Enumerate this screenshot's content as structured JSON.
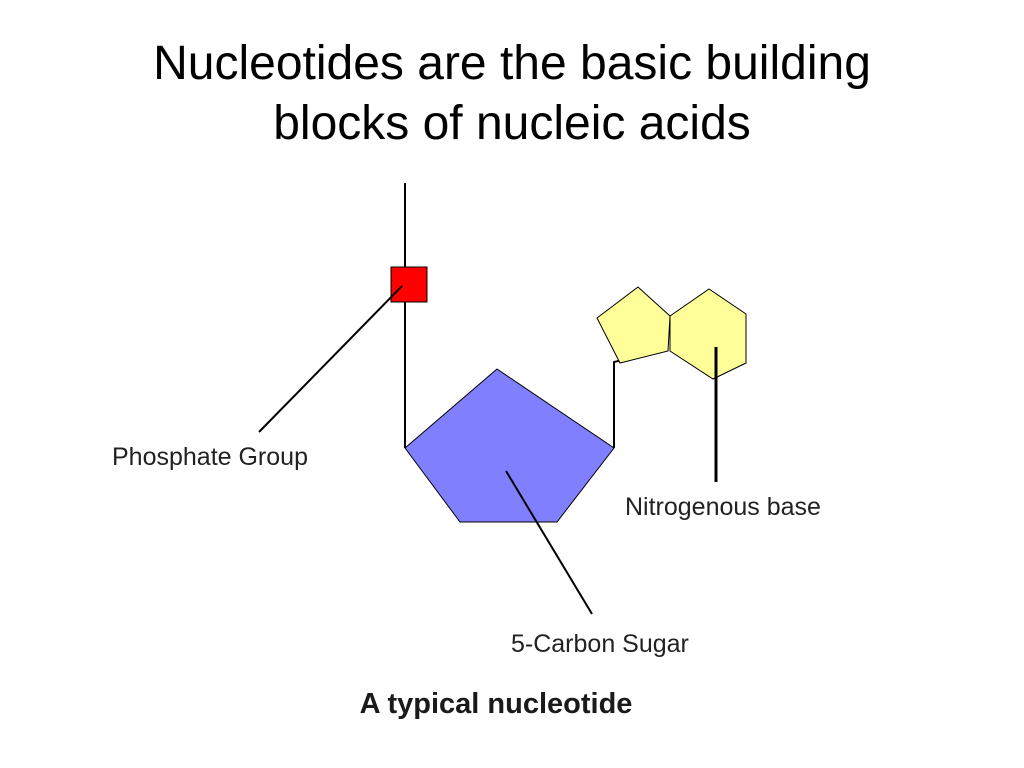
{
  "title": {
    "line1": "Nucleotides are the basic building",
    "line2": "blocks of nucleic acids"
  },
  "diagram": {
    "labels": {
      "phosphate": "Phosphate Group",
      "base": "Nitrogenous base",
      "sugar": "5-Carbon Sugar"
    },
    "caption": "A typical nucleotide",
    "colors": {
      "phosphate": "#ff0000",
      "sugar": "#8080ff",
      "base": "#ffff99",
      "line": "#000000"
    }
  }
}
